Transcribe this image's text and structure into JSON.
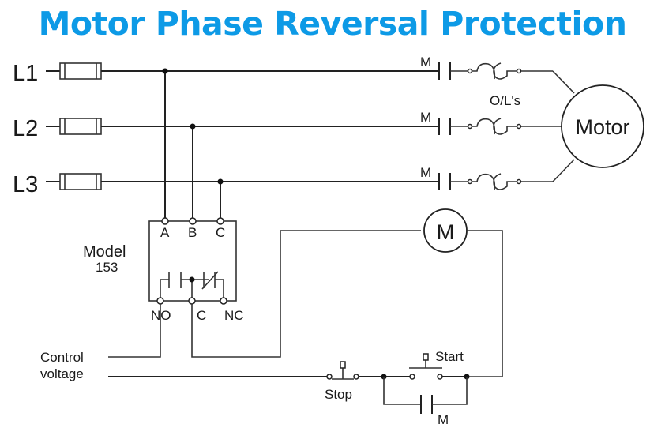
{
  "title": "Motor Phase Reversal Protection",
  "lines": [
    {
      "label": "L1",
      "contact_label": "M"
    },
    {
      "label": "L2",
      "contact_label": "M"
    },
    {
      "label": "L3",
      "contact_label": "M"
    }
  ],
  "overloads_label": "O/L's",
  "motor_label": "Motor",
  "relay": {
    "model_label": "Model",
    "model_number": "153",
    "inputs": [
      "A",
      "B",
      "C"
    ],
    "outputs": [
      "NO",
      "C",
      "NC"
    ]
  },
  "coil_label": "M",
  "control_voltage_label": [
    "Control",
    "voltage"
  ],
  "stop_label": "Stop",
  "start_label": "Start",
  "holding_contact_label": "M",
  "colors": {
    "title": "#0d9ae6",
    "wire": "#222222"
  }
}
